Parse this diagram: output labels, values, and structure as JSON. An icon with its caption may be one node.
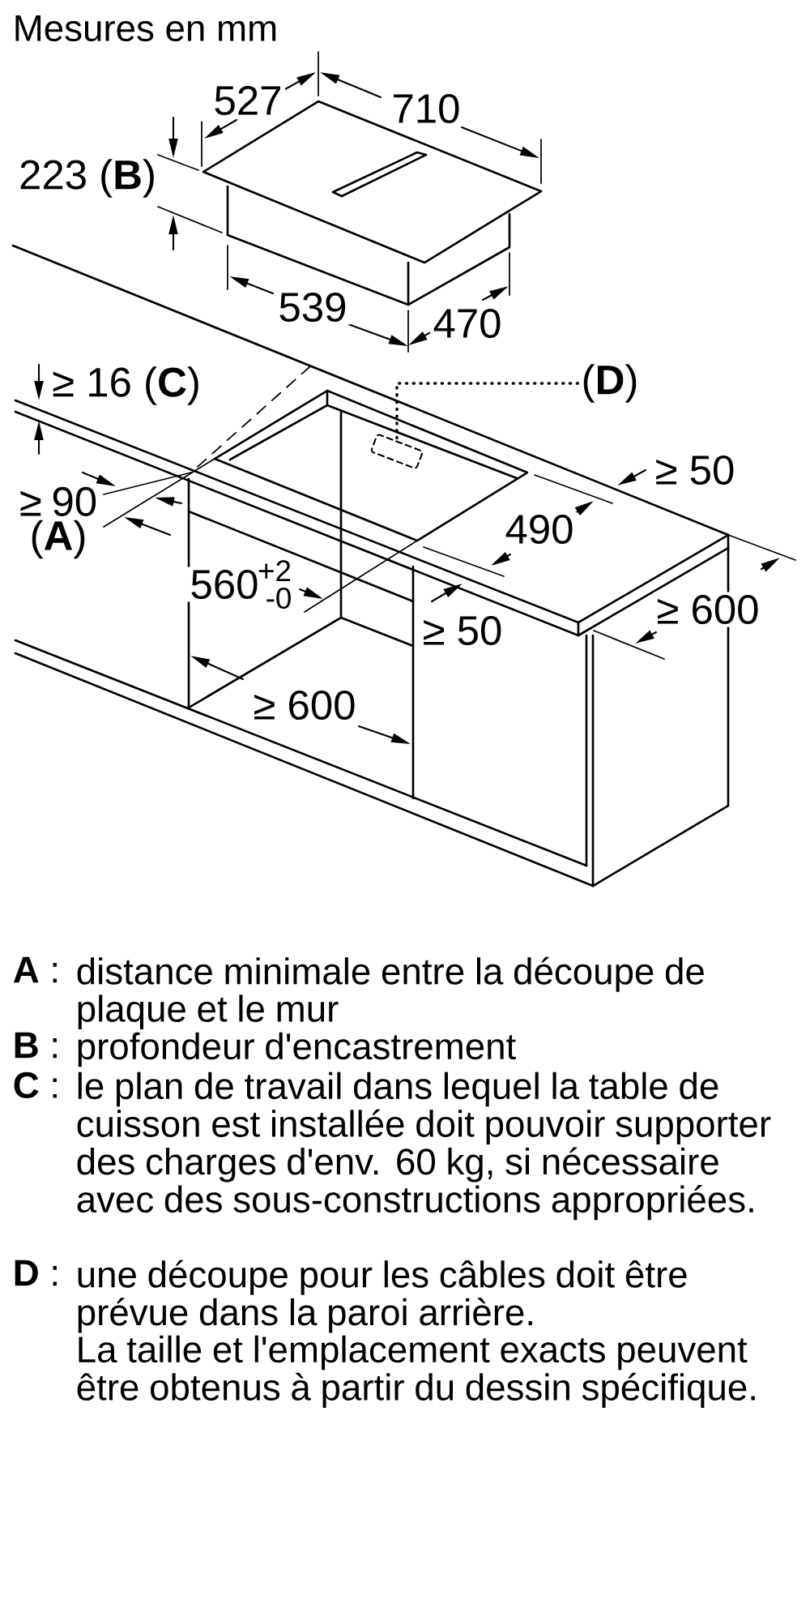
{
  "diagram": {
    "title": "Mesures en mm",
    "nodes": [
      {
        "text": [
          "(**D**)"
        ]
      },
      {
        "text": [],
        "shape": "box"
      }
    ],
    "edges": [
      {
        "from": 0,
        "to": 1,
        "arrow": "none",
        "style": "dashed"
      }
    ],
    "labels": [
      "527",
      "710",
      "223 (**B**)",
      "539",
      "470",
      "≥ 16 (**C**)",
      "≥ 50",
      "≥ 90 (**A**)",
      "490",
      "560",
      "+2",
      "-0",
      "≥ 50",
      "≥ 600",
      "≥ 600",
      "**A** :",
      "distance minimale entre la découpe de plaque et le mur",
      "**B** :",
      "profondeur d'encastrement",
      "**C** :",
      "le plan de travail dans lequel la table de cuisson est installée doit pouvoir supporter des charges d'env. 60 kg, si nécessaire avec des sous-constructions appropriées.",
      "**D** :",
      "une découpe pour les câbles doit être prévue dans la paroi arrière.",
      "La taille et l'emplacement exacts peuvent être obtenus à partir du dessin spécifique."
    ]
  }
}
